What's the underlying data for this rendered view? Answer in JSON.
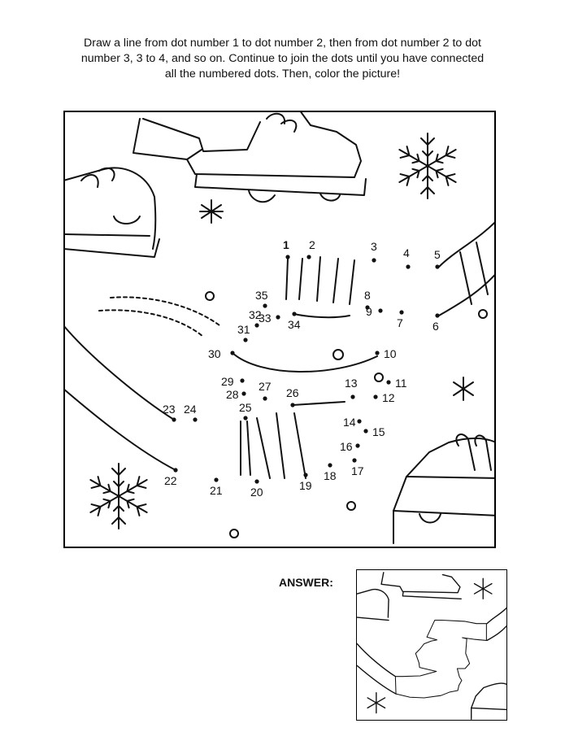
{
  "instructions": {
    "line1": "Draw a line from dot number 1 to dot number 2, then from dot number 2 to dot",
    "line2": "number 3, 3 to 4, and so on. Continue to join the dots until you have connected",
    "line3": "all the numbered dots. Then, color the picture!"
  },
  "puzzle": {
    "dot_labels": [
      "1",
      "2",
      "3",
      "4",
      "5",
      "6",
      "7",
      "8",
      "9",
      "10",
      "11",
      "12",
      "13",
      "14",
      "15",
      "16",
      "17",
      "18",
      "19",
      "20",
      "21",
      "22",
      "23",
      "24",
      "25",
      "26",
      "27",
      "28",
      "29",
      "30",
      "31",
      "32",
      "33",
      "34",
      "35"
    ]
  },
  "answer": {
    "label": "ANSWER:"
  },
  "icons": {
    "snowflake": "snowflake-icon",
    "ice_skate": "ice-skate-icon",
    "hockey_stick": "hockey-stick-icon",
    "puck": "hockey-puck-icon"
  },
  "colors": {
    "ink": "#111111",
    "paper": "#ffffff"
  }
}
